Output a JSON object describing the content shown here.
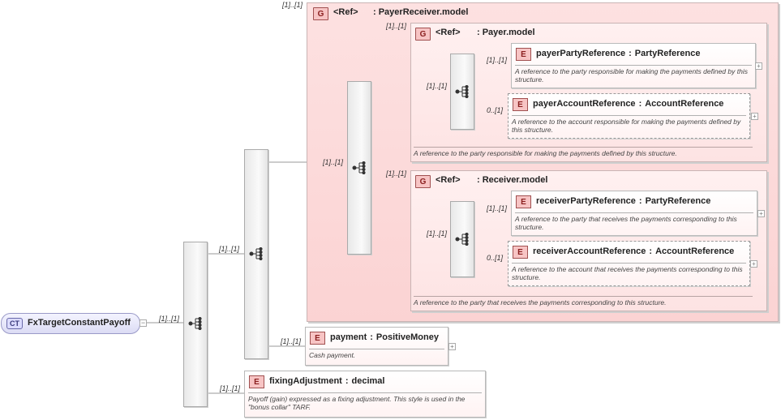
{
  "complex_type": {
    "tag": "CT",
    "name": "FxTargetConstantPayoff",
    "collapse_glyph": "−"
  },
  "expand_glyph": "+",
  "separator": ":",
  "groups": {
    "payer_receiver": {
      "tag": "G",
      "ref": "<Ref>",
      "name": ": PayerReceiver.model"
    },
    "payer": {
      "tag": "G",
      "ref": "<Ref>",
      "name": ": Payer.model",
      "doc": "A reference to the party responsible for making the payments defined by this structure."
    },
    "receiver": {
      "tag": "G",
      "ref": "<Ref>",
      "name": ": Receiver.model",
      "doc": "A reference to the party that receives the payments corresponding to this structure."
    }
  },
  "elements": {
    "payer_party": {
      "tag": "E",
      "name": "payerPartyReference",
      "type": "PartyReference",
      "doc": "A reference to the party responsible for making the payments defined by this structure."
    },
    "payer_account": {
      "tag": "E",
      "name": "payerAccountReference",
      "type": "AccountReference",
      "doc": "A reference to the account responsible for making the payments defined by this structure."
    },
    "receiver_party": {
      "tag": "E",
      "name": "receiverPartyReference",
      "type": "PartyReference",
      "doc": "A reference to the party that receives the payments corresponding to this structure."
    },
    "receiver_account": {
      "tag": "E",
      "name": "receiverAccountReference",
      "type": "AccountReference",
      "doc": "A reference to the account that receives the payments corresponding to this structure."
    },
    "payment": {
      "tag": "E",
      "name": "payment",
      "type": "PositiveMoney",
      "doc": "Cash payment."
    },
    "fixing_adjustment": {
      "tag": "E",
      "name": "fixingAdjustment",
      "type": "decimal",
      "doc": "Payoff (gain) expressed as a fixing adjustment. This style is used in the \"bonus collar\" TARF."
    }
  },
  "cardinalities": {
    "root_seq": "[1]..[1]",
    "outer_seq": "[1]..[1]",
    "payer_receiver_group": "[1]..[1]",
    "pr_seq": "[1]..[1]",
    "payer_group": "[1]..[1]",
    "payer_seq": "[1]..[1]",
    "payer_party": "[1]..[1]",
    "payer_account": "0..[1]",
    "receiver_group": "[1]..[1]",
    "receiver_seq": "[1]..[1]",
    "receiver_party": "[1]..[1]",
    "receiver_account": "0..[1]",
    "payment": "[1]..[1]",
    "fixing_adjustment": "[1]..[1]"
  }
}
